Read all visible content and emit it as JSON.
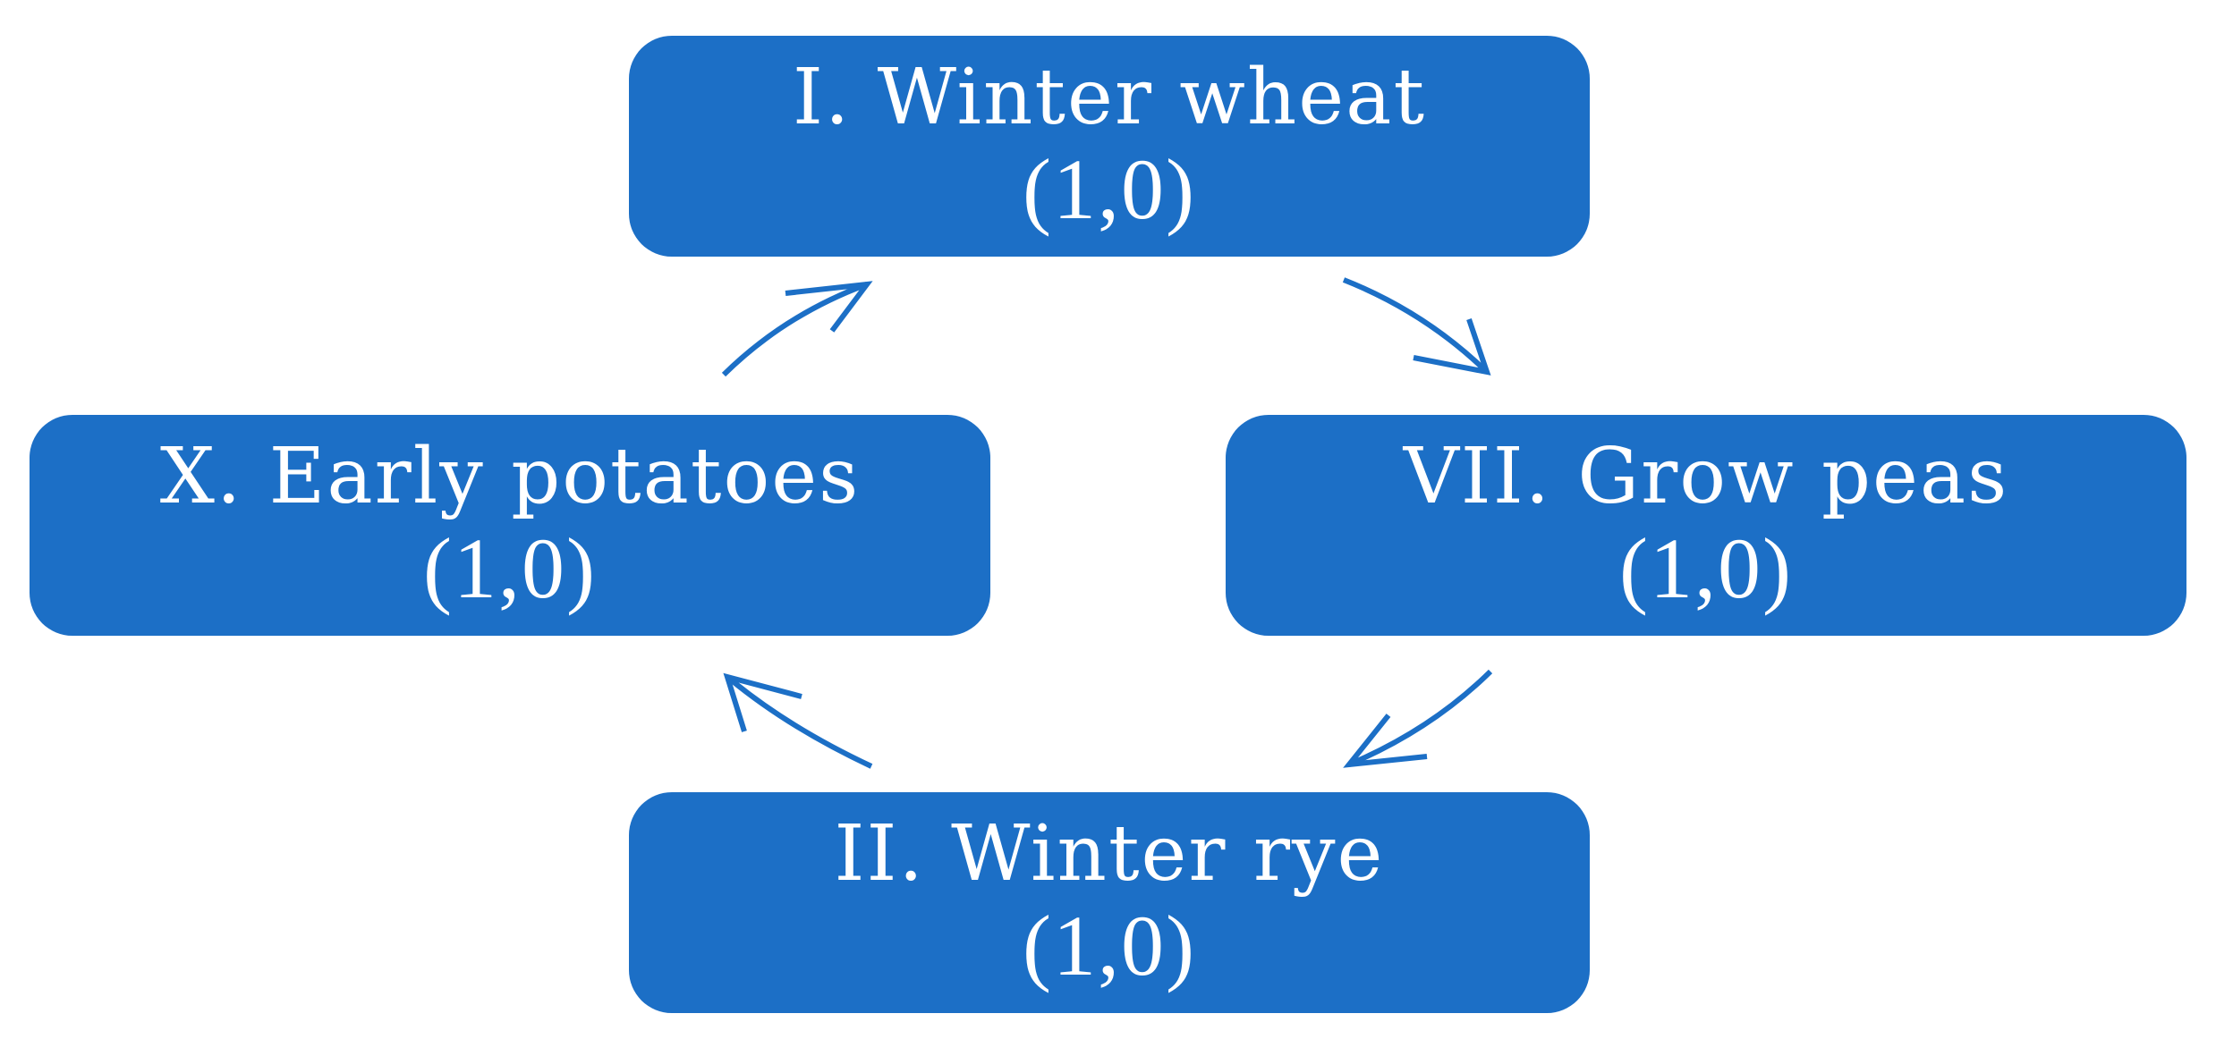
{
  "diagram": {
    "type": "cycle",
    "nodes": [
      {
        "id": "top",
        "title": "I. Winter wheat",
        "value": "(1,0)"
      },
      {
        "id": "right",
        "title": "VII. Grow peas",
        "value": "(1,0)"
      },
      {
        "id": "bottom",
        "title": "II. Winter rye",
        "value": "(1,0)"
      },
      {
        "id": "left",
        "title": "X. Early potatoes",
        "value": "(1,0)"
      }
    ],
    "edges": [
      {
        "from": "top",
        "to": "right"
      },
      {
        "from": "right",
        "to": "bottom"
      },
      {
        "from": "bottom",
        "to": "left"
      },
      {
        "from": "left",
        "to": "top"
      }
    ],
    "colors": {
      "node_fill": "#1c6fc6",
      "node_text": "#ffffff",
      "arrow": "#1c6fc6"
    }
  }
}
